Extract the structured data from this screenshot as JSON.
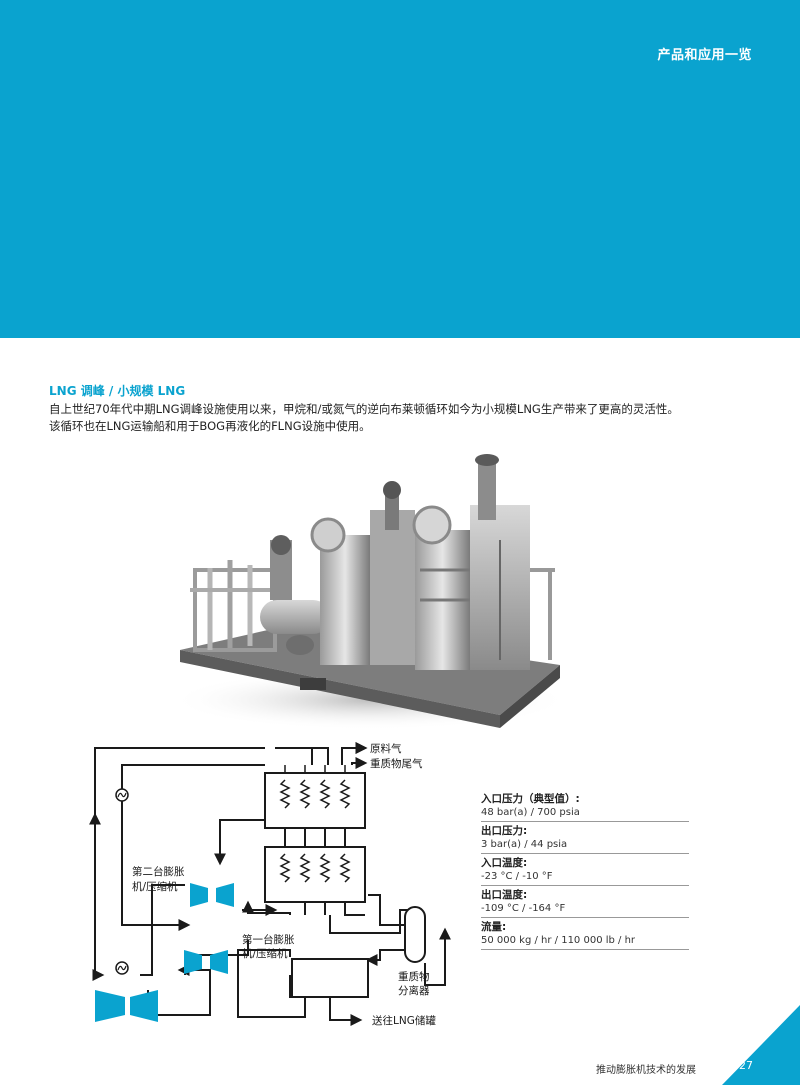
{
  "header": {
    "title": "产品和应用一览",
    "band_color": "#0aa3cf"
  },
  "section": {
    "heading": "LNG 调峰 / 小规模 LNG",
    "paragraph_lines": [
      "自上世纪70年代中期LNG调峰设施使用以来，甲烷和/或氮气的逆向布莱顿循环如今为小规模LNG生产带来了更高的灵活性。",
      "该循环也在LNG运输船和用于BOG再液化的FLNG设施中使用。"
    ]
  },
  "diagram": {
    "feed_gas": "原料气",
    "heavy_tail_gas": "重质物尾气",
    "second_expander_line1": "第二台膨胀",
    "second_expander_line2": "机/压缩机",
    "first_expander_line1": "第一台膨胀",
    "first_expander_line2": "机/压缩机",
    "separator_line1": "重质物",
    "separator_line2": "分离器",
    "to_storage": "送往LNG储罐",
    "machine_color": "#0aa3cf"
  },
  "specs": [
    {
      "label": "入口压力（典型值）:",
      "value": "48 bar(a) / 700 psia"
    },
    {
      "label": "出口压力:",
      "value": "3 bar(a) / 44 psia"
    },
    {
      "label": "入口温度:",
      "value": "-23 °C / -10 °F"
    },
    {
      "label": "出口温度:",
      "value": "-109 °C / -164 °F"
    },
    {
      "label": "流量:",
      "value": "50 000 kg / hr / 110 000 lb / hr"
    }
  ],
  "footer": {
    "title": "推动膨胀机技术的发展",
    "page": "27"
  }
}
